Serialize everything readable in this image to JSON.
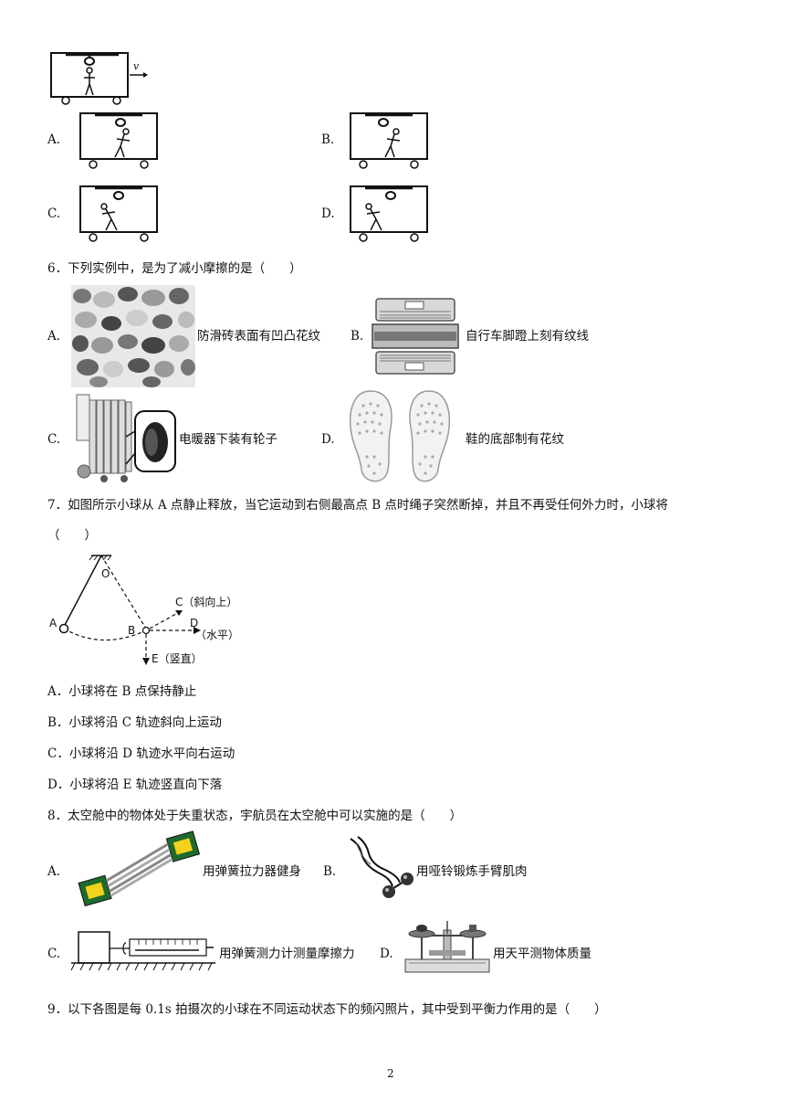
{
  "q5_figure": {
    "velocity_label": "v"
  },
  "q5": {
    "options": [
      {
        "letter": "A."
      },
      {
        "letter": "B."
      },
      {
        "letter": "C."
      },
      {
        "letter": "D."
      }
    ]
  },
  "q6": {
    "stem": "6．下列实例中，是为了减小摩擦的是（　　）",
    "options": [
      {
        "letter": "A.",
        "text": "防滑砖表面有凹凸花纹"
      },
      {
        "letter": "B.",
        "text": "自行车脚蹬上刻有纹线"
      },
      {
        "letter": "C.",
        "text": "电暖器下装有轮子"
      },
      {
        "letter": "D.",
        "text": "鞋的底部制有花纹"
      }
    ]
  },
  "q7": {
    "stem_line1": "7．如图所示小球从 A 点静止释放，当它运动到右侧最高点 B 点时绳子突然断掉，并且不再受任何外力时，小球将",
    "stem_line2": "（　　）",
    "figure": {
      "label_o": "O",
      "label_a": "A",
      "label_b": "B",
      "label_c": "C（斜向上）",
      "label_d": "D",
      "label_d_note": "（水平）",
      "label_e": "E（竖直）"
    },
    "options": [
      {
        "letter": "A．",
        "text": "小球将在 B 点保持静止"
      },
      {
        "letter": "B．",
        "text": "小球将沿 C 轨迹斜向上运动"
      },
      {
        "letter": "C．",
        "text": "小球将沿 D 轨迹水平向右运动"
      },
      {
        "letter": "D．",
        "text": "小球将沿 E 轨迹竖直向下落"
      }
    ]
  },
  "q8": {
    "stem": "8．太空舱中的物体处于失重状态，宇航员在太空舱中可以实施的是（　　）",
    "options": [
      {
        "letter": "A.",
        "text": "用弹簧拉力器健身"
      },
      {
        "letter": "B.",
        "text": "用哑铃锻炼手臂肌肉"
      },
      {
        "letter": "C.",
        "text": "用弹簧测力计测量摩擦力"
      },
      {
        "letter": "D.",
        "text": "用天平测物体质量"
      }
    ]
  },
  "q9": {
    "stem": "9．以下各图是每 0.1s 拍摄次的小球在不同运动状态下的频闪照片，其中受到平衡力作用的是（　　）"
  },
  "footer": {
    "page_number": "2"
  }
}
